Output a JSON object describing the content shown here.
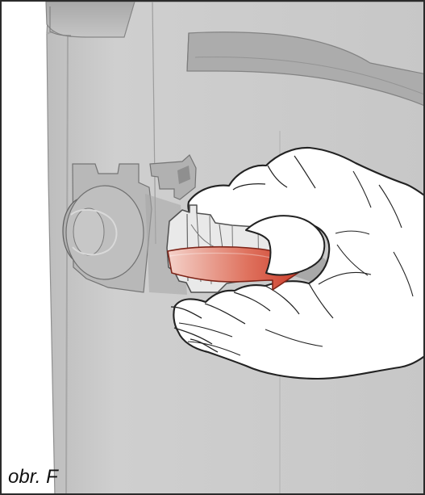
{
  "figure": {
    "caption": "obr. F",
    "colors": {
      "appliance_body": "#c9c9c9",
      "appliance_shadow": "#b3b3b3",
      "appliance_dark": "#9c9c9c",
      "outline": "#2f2f2f",
      "hand_fill": "#ffffff",
      "hand_line": "#222222",
      "filter_tray": "#e8e8e8",
      "arrow_start": "#f4d2ca",
      "arrow_end": "#c93220"
    },
    "icons": {
      "appliance": "appliance-body-illustration",
      "hand": "hand-illustration",
      "filter": "filter-cartridge-illustration",
      "arrow": "pull-out-arrow"
    }
  }
}
